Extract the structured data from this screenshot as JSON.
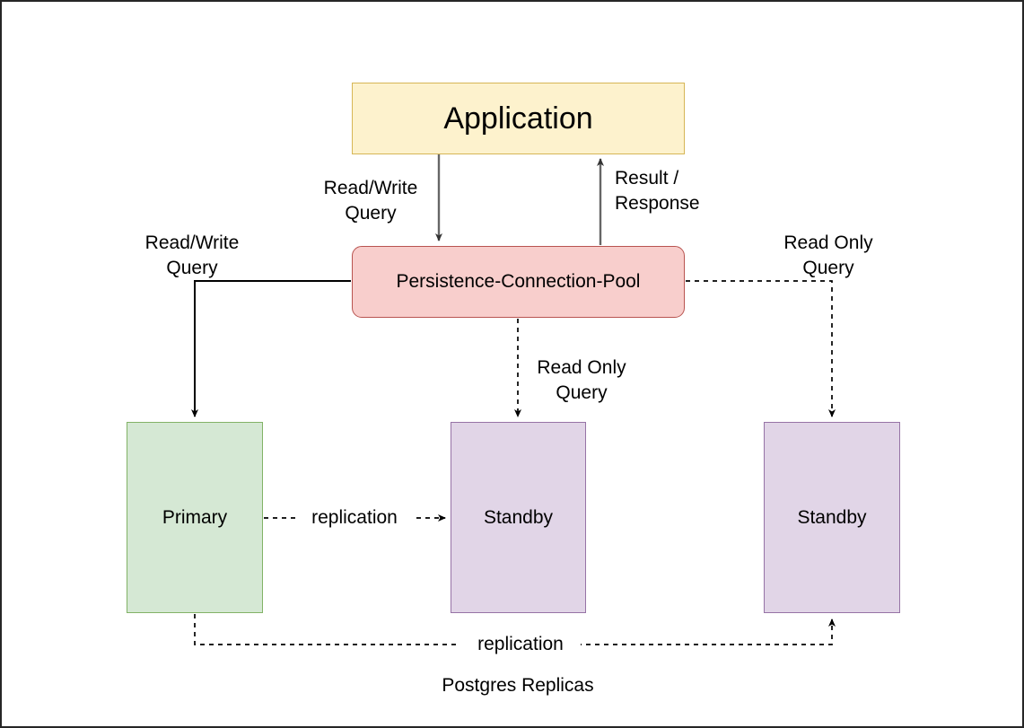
{
  "diagram": {
    "title": "Postgres Replicas",
    "footer_label": "Postgres Replicas",
    "nodes": [
      {
        "id": "application",
        "label": "Application",
        "fill": "#fdf2cd",
        "stroke": "#d6b656",
        "shape": "rectangle"
      },
      {
        "id": "pool",
        "label": "Persistence-Connection-Pool",
        "fill": "#f8cecc",
        "stroke": "#b85450",
        "shape": "rounded-rectangle"
      },
      {
        "id": "primary",
        "label": "Primary",
        "fill": "#d5e8d4",
        "stroke": "#82b366",
        "shape": "rectangle"
      },
      {
        "id": "standby_mid",
        "label": "Standby",
        "fill": "#e1d5e7",
        "stroke": "#9673a6",
        "shape": "rectangle"
      },
      {
        "id": "standby_right",
        "label": "Standby",
        "fill": "#e1d5e7",
        "stroke": "#9673a6",
        "shape": "rectangle"
      }
    ],
    "edges": [
      {
        "id": "app_to_pool",
        "label": "Read/Write\nQuery",
        "from": "application",
        "to": "pool",
        "style": "solid",
        "arrow": "down"
      },
      {
        "id": "pool_to_app",
        "label": "Result /\nResponse",
        "from": "pool",
        "to": "application",
        "style": "solid",
        "arrow": "up"
      },
      {
        "id": "pool_to_primary",
        "label": "Read/Write\nQuery",
        "from": "pool",
        "to": "primary",
        "style": "solid",
        "arrow": "down"
      },
      {
        "id": "pool_to_standby_mid",
        "label": "Read Only\nQuery",
        "from": "pool",
        "to": "standby_mid",
        "style": "dashed",
        "arrow": "down"
      },
      {
        "id": "pool_to_standby_right",
        "label": "Read Only\nQuery",
        "from": "pool",
        "to": "standby_right",
        "style": "dashed",
        "arrow": "down"
      },
      {
        "id": "primary_to_standby_mid",
        "label": "replication",
        "from": "primary",
        "to": "standby_mid",
        "style": "dashed",
        "arrow": "right"
      },
      {
        "id": "primary_to_standby_right",
        "label": "replication",
        "from": "primary",
        "to": "standby_right",
        "style": "dashed",
        "arrow": "up"
      }
    ]
  },
  "colors": {
    "line": "#000000",
    "line_gray": "#666666",
    "frame": "#262626",
    "background": "#ffffff"
  }
}
